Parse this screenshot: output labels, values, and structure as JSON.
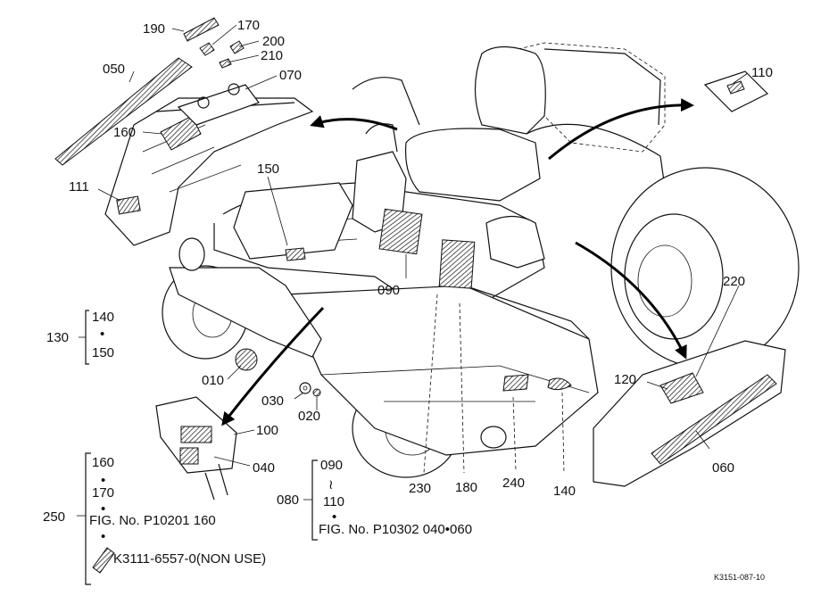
{
  "diagram_code": "K3151-087-10",
  "callouts": {
    "c190": "190",
    "c170": "170",
    "c200": "200",
    "c210": "210",
    "c050": "050",
    "c070": "070",
    "c110": "110",
    "c160": "160",
    "c111": "111",
    "c150": "150",
    "c090": "090",
    "c220": "220",
    "c130": "130",
    "c140a": "140",
    "c150b": "150",
    "c010": "010",
    "c030": "030",
    "c020": "020",
    "c120": "120",
    "c100": "100",
    "c040": "040",
    "c060": "060",
    "c230": "230",
    "c180": "180",
    "c240": "240",
    "c140b": "140",
    "c080": "080"
  },
  "group_250": {
    "number": "250",
    "items": [
      "160",
      "170"
    ],
    "fig_ref": "FIG. No. P10201  160",
    "non_use": "K3111-6557-0(NON USE)"
  },
  "group_080": {
    "range_start": "090",
    "tilde": "≀",
    "range_end": "110",
    "fig_ref": "FIG. No. P10302  040•060"
  },
  "bullet": "•"
}
